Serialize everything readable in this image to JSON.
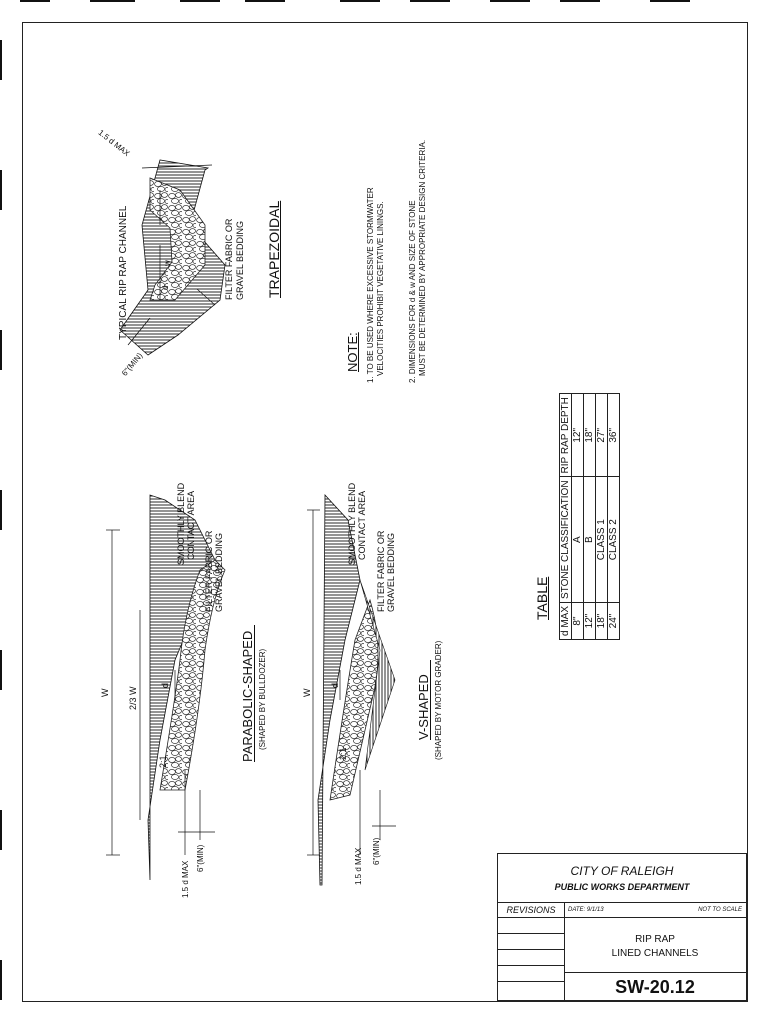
{
  "trapezoidal": {
    "caption": "TYPICAL RIP RAP CHANNEL",
    "title": "TRAPEZOIDAL",
    "label_15dmax": "1.5 d MAX",
    "label_w": "w",
    "label_d": "d",
    "label_6min": "6\"(MIN)",
    "label_filter": "FILTER FABRIC OR",
    "label_filter2": "GRAVEL BEDDING"
  },
  "note": {
    "heading": "NOTE:",
    "line1": "1. TO BE USED WHERE EXCESSIVE STORMWATER",
    "line1b": "VELOCITIES PROHIBIT VEGETATIVE LININGS.",
    "line2": "2. DIMENSIONS FOR d & w AND SIZE OF STONE",
    "line2b": "MUST BE DETERMINED BY APPROPRIATE DESIGN CRITERIA."
  },
  "table": {
    "title": "TABLE",
    "headers": [
      "d MAX",
      "STONE CLASSIFICATION",
      "RIP RAP DEPTH"
    ],
    "rows": [
      [
        "8\"",
        "A",
        "12\""
      ],
      [
        "12\"",
        "B",
        "18\""
      ],
      [
        "18\"",
        "CLASS 1",
        "27\""
      ],
      [
        "24\"",
        "CLASS 2",
        "36\""
      ]
    ]
  },
  "parabolic": {
    "title": "PARABOLIC-SHAPED",
    "subtitle": "(SHAPED BY BULLDOZER)",
    "label_w": "W",
    "label_23w": "2/3 W",
    "label_d": "d",
    "label_21": "2:1",
    "label_15dmax": "1.5 d MAX",
    "label_6min": "6\"(MIN)",
    "label_blend": "SMOOTHLY BLEND",
    "label_blend2": "CONTACT AREA",
    "label_filter": "FILTER FABRIC OR",
    "label_filter2": "GRAVEL BEDDING"
  },
  "vshaped": {
    "title": "V-SHAPED",
    "subtitle": "(SHAPED BY MOTOR GRADER)",
    "label_w": "W",
    "label_d": "d",
    "label_21": "2:1",
    "label_15dmax": "1.5 d MAX",
    "label_6min": "6\"(MIN)",
    "label_blend": "SMOOTHLY BLEND",
    "label_blend2": "CONTACT AREA",
    "label_filter": "FILTER FABRIC OR",
    "label_filter2": "GRAVEL BEDDING"
  },
  "title_block": {
    "city": "CITY OF RALEIGH",
    "dept": "PUBLIC WORKS DEPARTMENT",
    "revisions": "REVISIONS",
    "date": "DATE: 9/1/13",
    "scale": "NOT TO SCALE",
    "name1": "RIP RAP",
    "name2": "LINED CHANNELS",
    "sheet": "SW-20.12"
  }
}
